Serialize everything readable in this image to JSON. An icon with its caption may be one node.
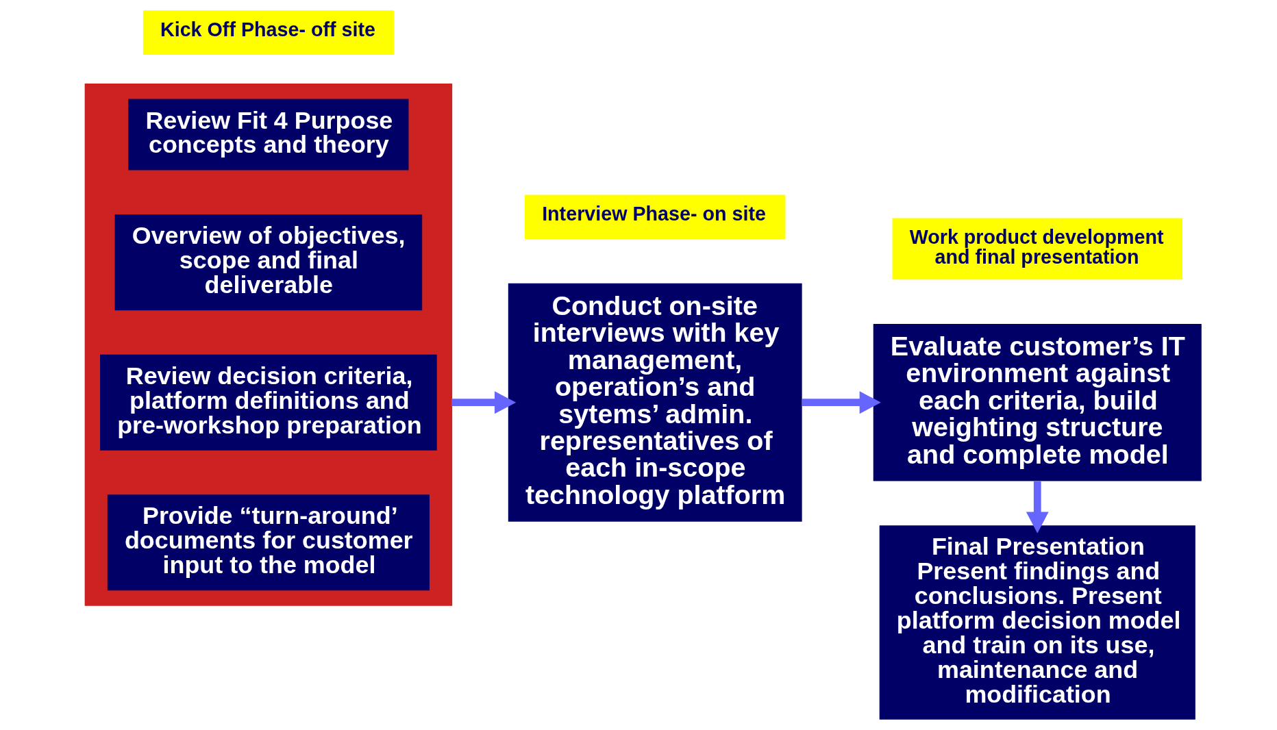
{
  "diagram": {
    "nodes": [
      {
        "text": [],
        "shape": "box"
      },
      {
        "text": [
          "Review Fit 4 Purpose concepts and theory"
        ],
        "in": 0
      },
      {
        "text": [
          "Overview of objectives, scope and final deliverable"
        ],
        "in": 0
      },
      {
        "text": [
          "Review decision criteria, platform definitions and pre-workshop preparation"
        ],
        "in": 0
      },
      {
        "text": [
          "Provide “turn-around’ documents for customer input to the model"
        ],
        "in": 0
      },
      {
        "text": [
          "Conduct on-site interviews with key management, operation’s and sytems’ admin. representatives of each in-scope technology platform"
        ]
      },
      {
        "text": [
          "Evaluate customer’s IT environment against each criteria, build weighting structure and complete model"
        ]
      },
      {
        "text": [
          "Final Presentation",
          "Present findings and conclusions. Present platform decision model and train on its use, maintenance and modification"
        ]
      },
      {
        "text": [
          "Kick Off Phase- off site"
        ]
      },
      {
        "text": [
          "Interview Phase- on site"
        ]
      },
      {
        "text": [
          "Work product development and final presentation"
        ]
      }
    ],
    "edges": [
      {
        "from": 0,
        "to": 5,
        "arrow": "to"
      },
      {
        "from": 5,
        "to": 6,
        "arrow": "to"
      },
      {
        "from": 6,
        "to": 7,
        "arrow": "to"
      }
    ]
  }
}
